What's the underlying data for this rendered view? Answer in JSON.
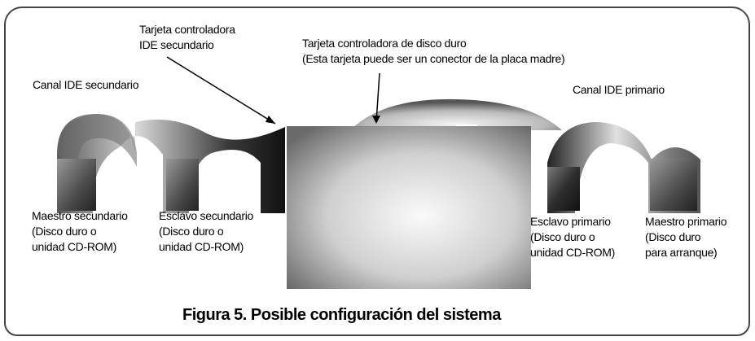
{
  "labels": {
    "ide_secondary_card": [
      "Tarjeta controladora",
      "IDE secundario"
    ],
    "hd_controller_card": [
      "Tarjeta controladora de disco duro",
      "(Esta tarjeta puede ser un conector de la placa madre)"
    ],
    "ide_secondary_channel": "Canal IDE secundario",
    "ide_primary_channel": "Canal IDE primario",
    "secondary_master": [
      "Maestro secundario",
      "(Disco duro o",
      "unidad CD-ROM)"
    ],
    "secondary_slave": [
      "Esclavo secundario",
      "(Disco duro o",
      "unidad CD-ROM)"
    ],
    "primary_slave": [
      "Esclavo primario",
      "(Disco duro o",
      "unidad CD-ROM)"
    ],
    "primary_master": [
      "Maestro primario",
      "(Disco duro",
      "para arranque)"
    ]
  },
  "caption": "Figura 5. Posible configuración del sistema"
}
